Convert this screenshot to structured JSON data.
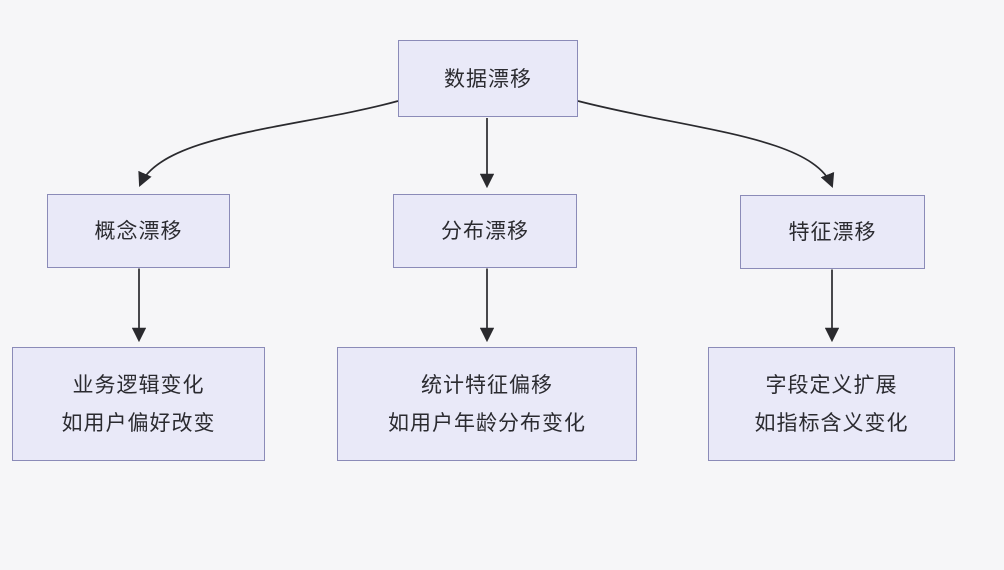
{
  "diagram": {
    "type": "flowchart",
    "root": {
      "label": "数据漂移"
    },
    "branches": [
      {
        "label": "概念漂移",
        "detail_line1": "业务逻辑变化",
        "detail_line2": "如用户偏好改变"
      },
      {
        "label": "分布漂移",
        "detail_line1": "统计特征偏移",
        "detail_line2": "如用户年龄分布变化"
      },
      {
        "label": "特征漂移",
        "detail_line1": "字段定义扩展",
        "detail_line2": "如指标含义变化"
      }
    ],
    "edges": [
      "数据漂移 -> 概念漂移",
      "数据漂移 -> 分布漂移",
      "数据漂移 -> 特征漂移",
      "概念漂移 -> 业务逻辑变化",
      "分布漂移 -> 统计特征偏移",
      "特征漂移 -> 字段定义扩展"
    ]
  },
  "colors": {
    "background": "#f6f6f8",
    "box_fill": "#e9e9f8",
    "box_border": "#8b8bb8",
    "arrow": "#2a2a2e",
    "text": "#2b2b30"
  }
}
